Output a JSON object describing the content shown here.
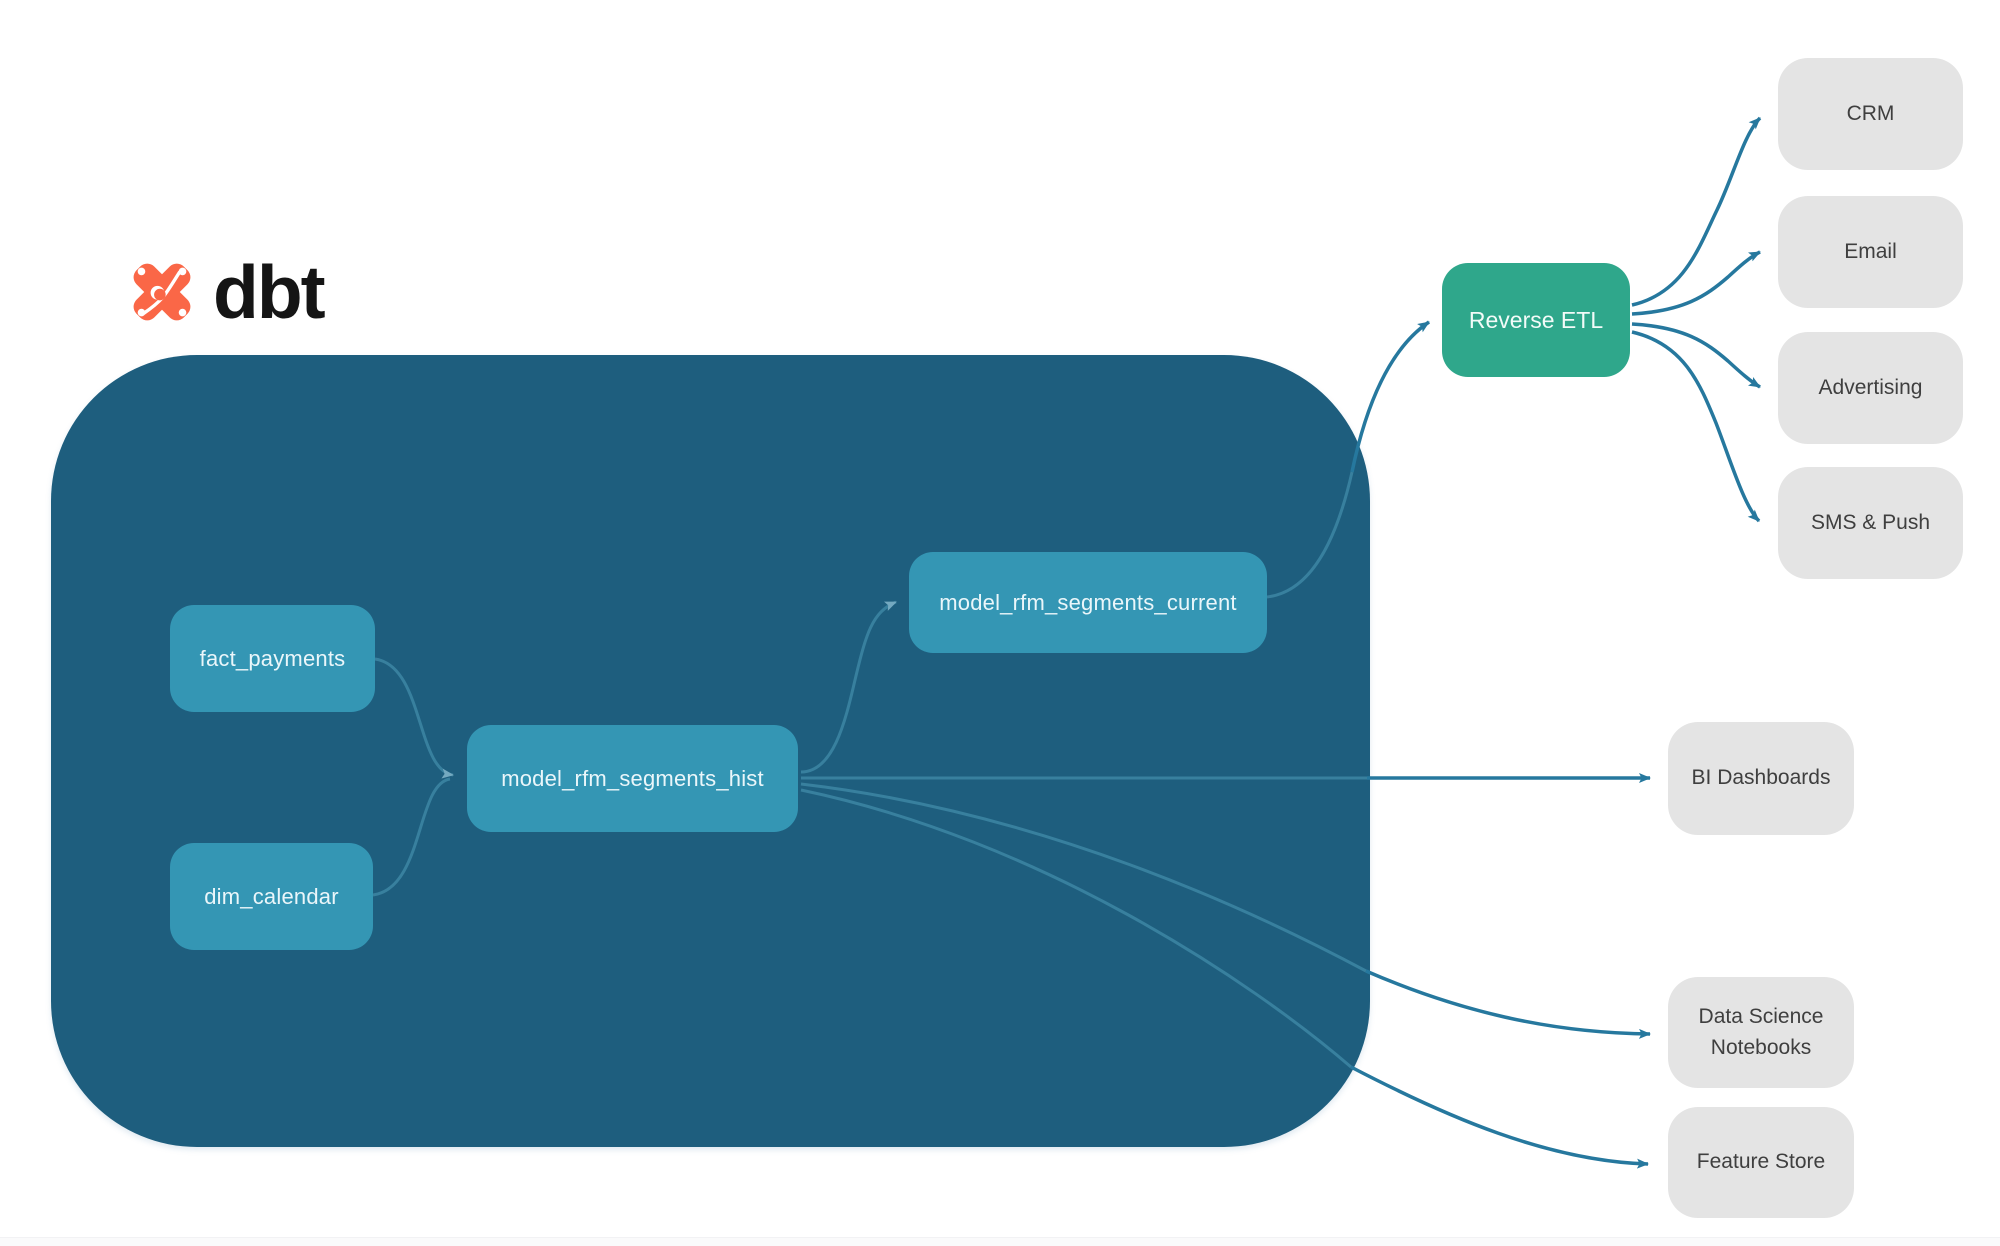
{
  "brand": {
    "wordmark": "dbt"
  },
  "nodes": {
    "fact_payments": {
      "label": "fact_payments"
    },
    "dim_calendar": {
      "label": "dim_calendar"
    },
    "hist": {
      "label": "model_rfm_segments_hist"
    },
    "current": {
      "label": "model_rfm_segments_current"
    },
    "reverse_etl": {
      "label": "Reverse ETL"
    },
    "crm": {
      "label": "CRM"
    },
    "email": {
      "label": "Email"
    },
    "advertising": {
      "label": "Advertising"
    },
    "sms_push": {
      "label": "SMS & Push"
    },
    "bi_dashboards": {
      "label": "BI Dashboards"
    },
    "ds_notebooks": {
      "label": "Data Science Notebooks"
    },
    "feature_store": {
      "label": "Feature Store"
    }
  },
  "edges": [
    {
      "from": "fact_payments",
      "to": "model_rfm_segments_hist"
    },
    {
      "from": "dim_calendar",
      "to": "model_rfm_segments_hist"
    },
    {
      "from": "model_rfm_segments_hist",
      "to": "model_rfm_segments_current"
    },
    {
      "from": "model_rfm_segments_hist",
      "to": "BI Dashboards"
    },
    {
      "from": "model_rfm_segments_hist",
      "to": "Data Science Notebooks"
    },
    {
      "from": "model_rfm_segments_hist",
      "to": "Feature Store"
    },
    {
      "from": "model_rfm_segments_current",
      "to": "Reverse ETL"
    },
    {
      "from": "Reverse ETL",
      "to": "CRM"
    },
    {
      "from": "Reverse ETL",
      "to": "Email"
    },
    {
      "from": "Reverse ETL",
      "to": "Advertising"
    },
    {
      "from": "Reverse ETL",
      "to": "SMS & Push"
    }
  ],
  "colors": {
    "canvas": "#FFFFFF",
    "warehouse": "#1E5E7E",
    "model_node": "#3496B4",
    "model_node_text": "#EAF6FA",
    "reverse_etl": "#2FA78B",
    "destination_node": "#E4E4E4",
    "destination_text": "#3F3F3F",
    "arrow": "#26789E",
    "arrow_inner": "#3E88A6",
    "arrow_inner_head": "#74A9C0",
    "dbt_orange": "#FA6747",
    "wordmark": "#151515"
  }
}
